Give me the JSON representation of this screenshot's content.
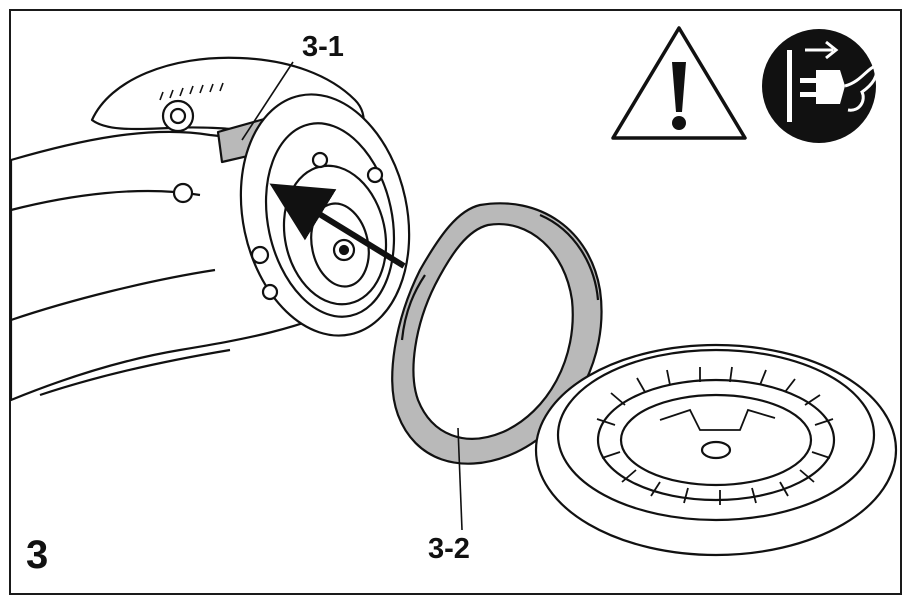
{
  "figure": {
    "number": "3",
    "callouts": [
      {
        "id": "part-3-1",
        "text": "3-1"
      },
      {
        "id": "part-3-2",
        "text": "3-2"
      }
    ]
  },
  "icons": [
    "warning-triangle-icon",
    "unplug-mains-icon"
  ],
  "colors": {
    "ink": "#111111",
    "part_fill": "#b9b9b9",
    "paper": "#ffffff"
  }
}
